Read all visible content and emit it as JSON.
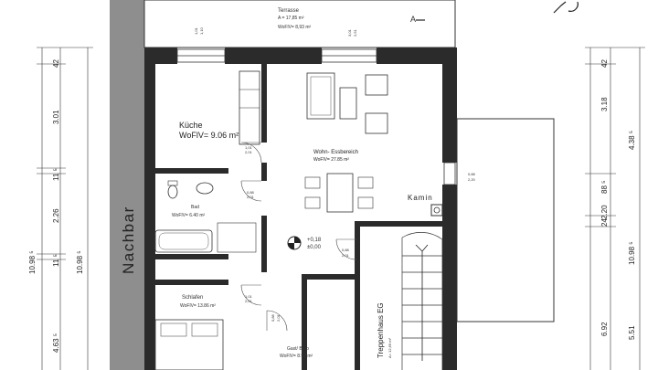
{
  "terrace": {
    "name": "Terrasse",
    "area": "A =      17,85 m²",
    "wofl": "WoFlV=   8,93 m²",
    "section_mark": "A"
  },
  "rooms": {
    "kueche": {
      "name": "Küche",
      "area": "WoFlV=  9.06 m²"
    },
    "wohnen": {
      "name": "Wohn- Essbereich",
      "area": "WoFlV=  27.85 m²"
    },
    "bad": {
      "name": "Bad",
      "area": "WoFlV=  6.40 m²"
    },
    "schlafen": {
      "name": "Schlafen",
      "area": "WoFlV=  13.86 m²"
    },
    "gast": {
      "name": "Gast/ Büro",
      "area": "WoFlV=  8.99 m²"
    },
    "treppenhaus": {
      "name": "Treppenhaus EG",
      "area": "A=  12,69 m²"
    }
  },
  "labels": {
    "nachbar": "Nachbar",
    "kamin": "Kamin",
    "level": "+0,18",
    "level2": "±0,00"
  },
  "door_tags": {
    "d1": [
      "1,01",
      "2,01"
    ],
    "d2": [
      "0,88",
      "2,01"
    ],
    "d3": [
      "1,01",
      "2,01"
    ],
    "d4": [
      "0,88",
      "2,01"
    ],
    "d5": [
      "0,88",
      "2,01"
    ],
    "w1": [
      "1,01",
      "1,10"
    ],
    "w2": [
      "3,01",
      "2,51"
    ],
    "w3": [
      "0,88",
      "2,20"
    ]
  },
  "dims_left": {
    "outer_total": "10.98 ⁵",
    "inner_total": "10.98 ⁵",
    "segments": [
      "42",
      "3.01",
      "11 ⁵",
      "2.26",
      "11 ⁵",
      "4.63 ⁵"
    ]
  },
  "dims_right": {
    "outer_total": "10.98 ⁵",
    "segments": [
      "42",
      "3.18",
      "4.38 ⁵",
      "88 ⁵",
      "2.20",
      "24",
      "6.92",
      "5.51"
    ]
  }
}
